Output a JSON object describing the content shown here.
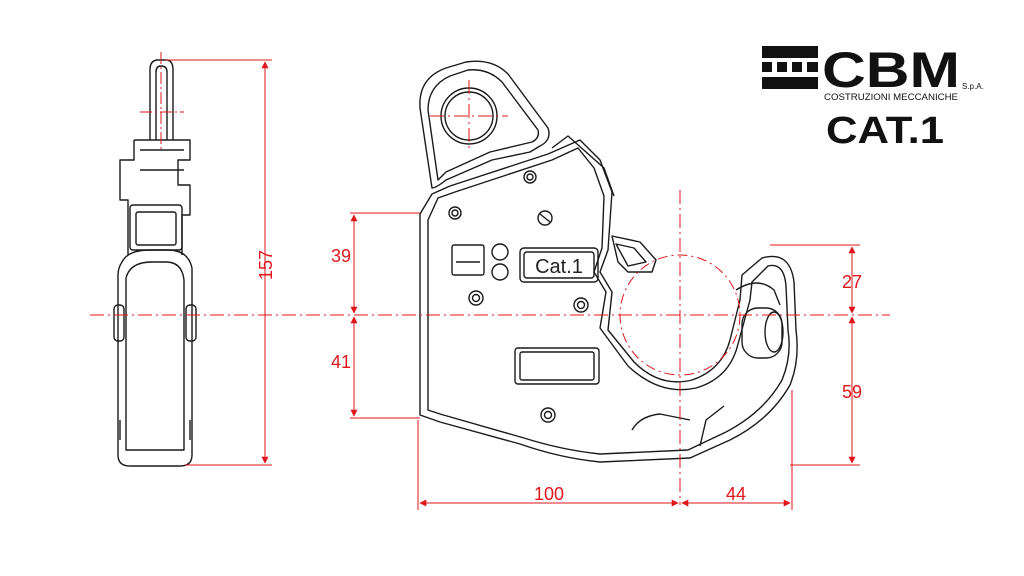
{
  "brand": {
    "name": "CBM",
    "suffix": "S.p.A.",
    "subtitle": "COSTRUZIONI MECCANICHE"
  },
  "category": "CAT.1",
  "part_stamp": "Cat.1",
  "dimensions": {
    "overall_height": "157",
    "upper_left": "39",
    "lower_left": "41",
    "upper_right": "27",
    "lower_right": "59",
    "width_left": "100",
    "width_right": "44"
  },
  "colors": {
    "dimension": "#e0161b",
    "outline": "#1a1a1a",
    "brand": "#111111"
  }
}
